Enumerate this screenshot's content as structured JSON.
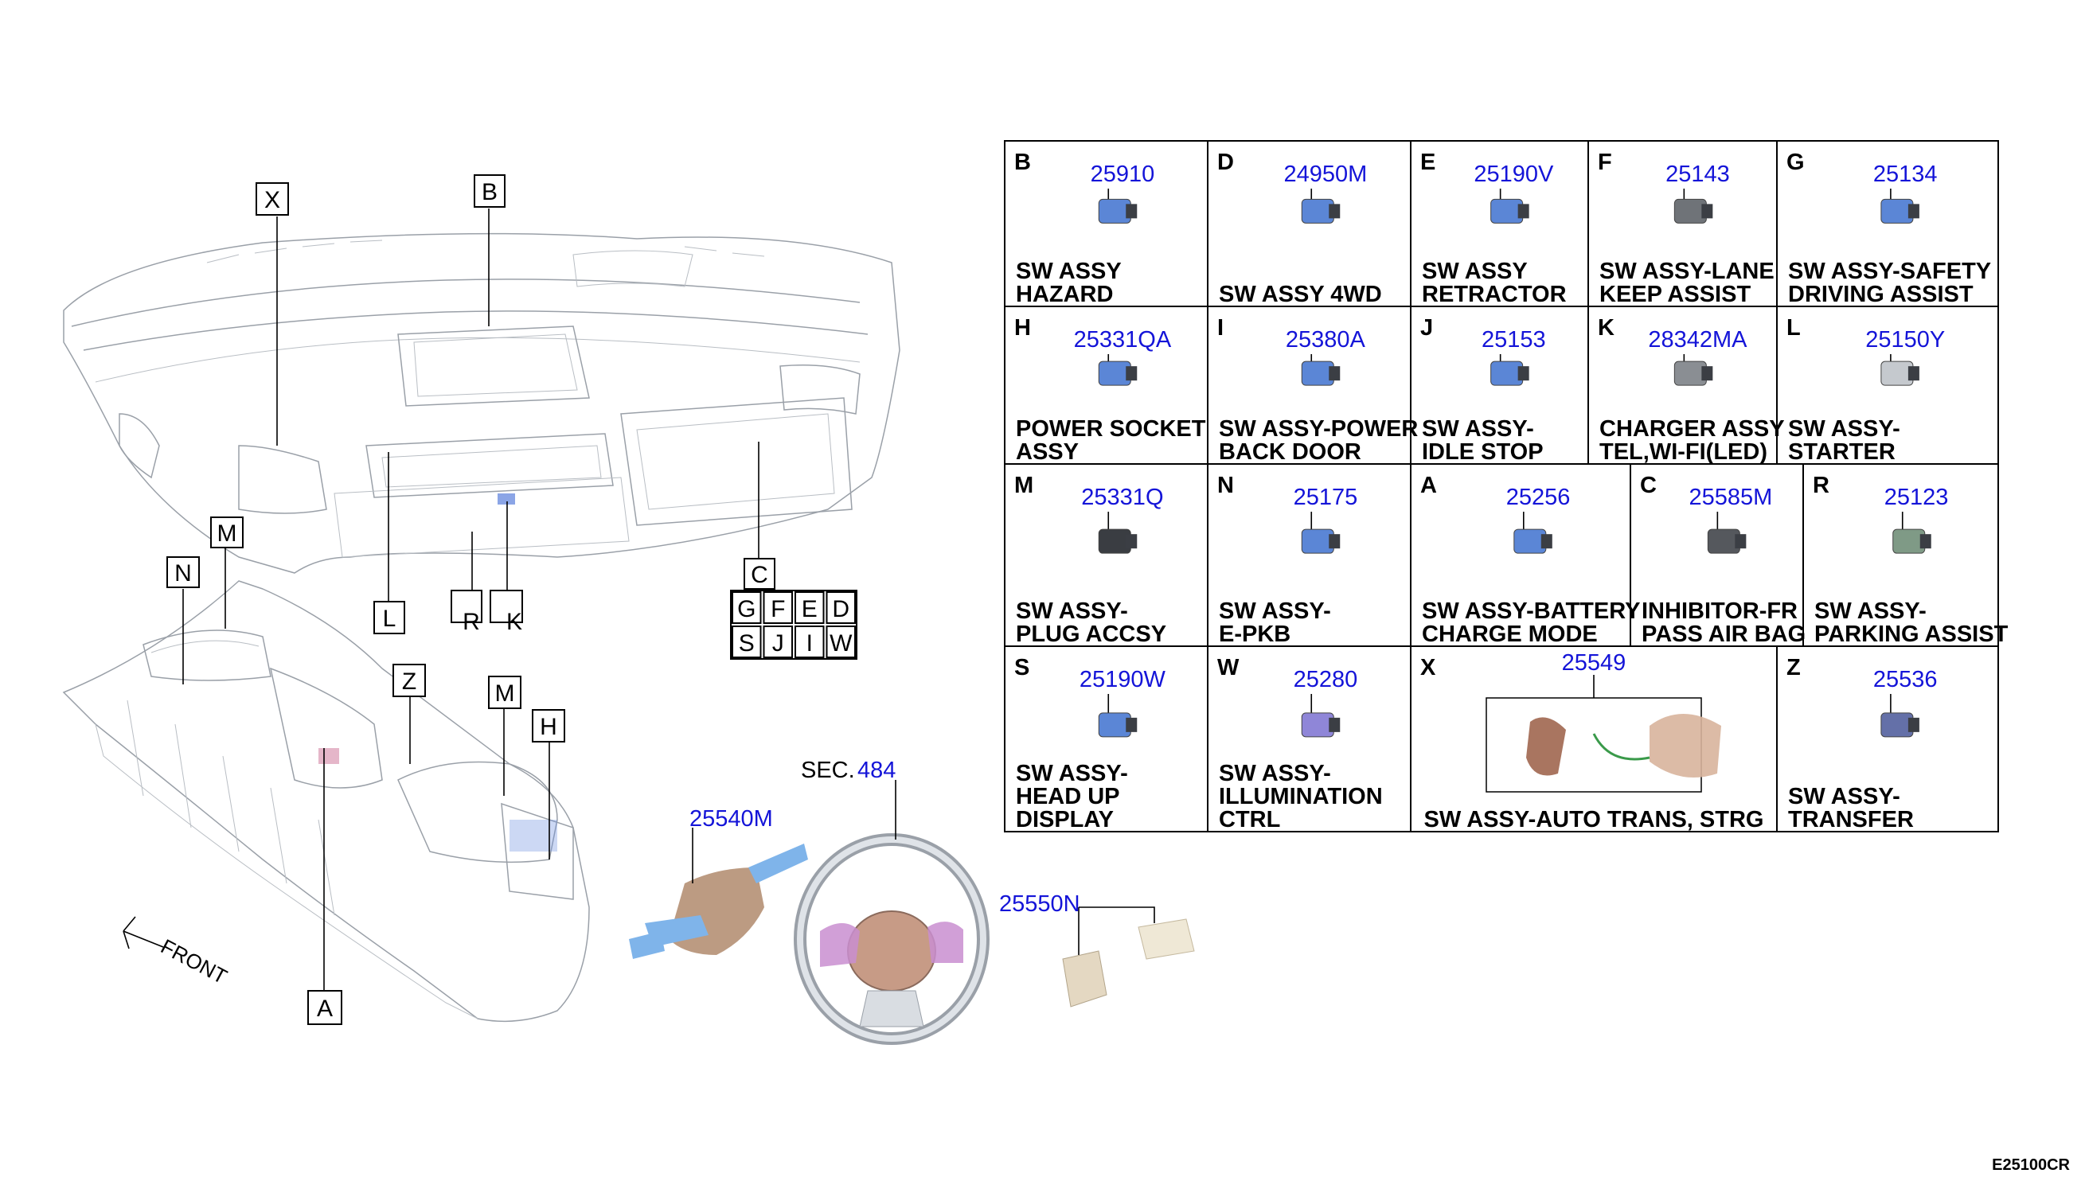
{
  "callouts": {
    "X": "X",
    "B": "B",
    "M1": "M",
    "N": "N",
    "C": "C",
    "L": "L",
    "R": "R",
    "K": "K",
    "Z": "Z",
    "M2": "M",
    "H": "H",
    "A": "A"
  },
  "small_grid": {
    "row1": [
      "G",
      "F",
      "E",
      "D"
    ],
    "row2": [
      "S",
      "J",
      "I",
      "W"
    ]
  },
  "front_label": "FRONT",
  "sec_label": "SEC.",
  "sec_number": "484",
  "part_25540M": "25540M",
  "part_25550N": "25550N",
  "figure_code": "E25100CR",
  "cells": [
    {
      "letter": "B",
      "part": "25910",
      "lines": [
        "SW ASSY",
        "HAZARD"
      ]
    },
    {
      "letter": "D",
      "part": "24950M",
      "lines": [
        "SW ASSY 4WD"
      ]
    },
    {
      "letter": "E",
      "part": "25190V",
      "lines": [
        "SW ASSY",
        "RETRACTOR"
      ]
    },
    {
      "letter": "F",
      "part": "25143",
      "lines": [
        "SW ASSY-LANE",
        "KEEP ASSIST"
      ]
    },
    {
      "letter": "G",
      "part": "25134",
      "lines": [
        "SW ASSY-SAFETY",
        "DRIVING ASSIST"
      ]
    },
    {
      "letter": "H",
      "part": "25331QA",
      "lines": [
        "POWER SOCKET",
        "ASSY"
      ]
    },
    {
      "letter": "I",
      "part": "25380A",
      "lines": [
        "SW ASSY-POWER",
        "BACK DOOR"
      ]
    },
    {
      "letter": "J",
      "part": "25153",
      "lines": [
        "SW ASSY-",
        "IDLE STOP"
      ]
    },
    {
      "letter": "K",
      "part": "28342MA",
      "lines": [
        "CHARGER ASSY",
        "TEL,WI-FI(LED)"
      ]
    },
    {
      "letter": "L",
      "part": "25150Y",
      "lines": [
        "SW ASSY-",
        "STARTER"
      ]
    },
    {
      "letter": "M",
      "part": "25331Q",
      "lines": [
        "SW ASSY-",
        "PLUG ACCSY"
      ]
    },
    {
      "letter": "N",
      "part": "25175",
      "lines": [
        "SW ASSY-",
        "E-PKB"
      ]
    },
    {
      "letter": "A",
      "part": "25256",
      "lines": [
        "SW ASSY-BATTERY",
        "CHARGE MODE"
      ]
    },
    {
      "letter": "C",
      "part": "25585M",
      "lines": [
        "INHIBITOR-FR",
        "PASS AIR BAG"
      ]
    },
    {
      "letter": "R",
      "part": "25123",
      "lines": [
        "SW ASSY-",
        "PARKING ASSIST"
      ]
    },
    {
      "letter": "S",
      "part": "25190W",
      "lines": [
        "SW ASSY-",
        "HEAD UP",
        "DISPLAY"
      ]
    },
    {
      "letter": "W",
      "part": "25280",
      "lines": [
        "SW ASSY-",
        "ILLUMINATION",
        "CTRL"
      ]
    },
    {
      "letter": "X",
      "part": "25549",
      "lines": [
        "SW ASSY-AUTO TRANS, STRG"
      ]
    },
    {
      "letter": "Z",
      "part": "25536",
      "lines": [
        "SW ASSY-",
        "TRANSFER"
      ]
    }
  ],
  "colors": {
    "part_number": "#1414d8",
    "switch_blue": "#5b86d6",
    "switch_gray": "#6f7378",
    "column_blue": "#7fb4ea",
    "column_brown": "#b08a6c",
    "wheel_pink": "#c98ed0"
  }
}
